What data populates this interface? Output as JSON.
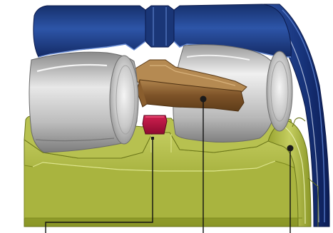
{
  "figure": {
    "background": "#ffffff",
    "colors": {
      "outer_ring": "#1f3f86",
      "outer_ring_dark": "#0f2260",
      "outer_ring_light": "#3c63b5",
      "inner_ring": "#a2ad3a",
      "inner_ring_dark": "#7e8a1e",
      "inner_ring_light": "#c9d268",
      "roller": "#bdbdbd",
      "roller_dark": "#7a7a7a",
      "roller_light": "#efefef",
      "cage": "#7a5126",
      "cage_light": "#a77a45",
      "guide_ring": "#b0123e",
      "leader": "#111111",
      "marker": "#1a1a1a"
    },
    "parts": [
      {
        "id": "outer-ring",
        "icon": "outer-ring-shape"
      },
      {
        "id": "spherical-roller-left",
        "icon": "roller-shape"
      },
      {
        "id": "spherical-roller-right",
        "icon": "roller-shape"
      },
      {
        "id": "cage",
        "icon": "cage-shape"
      },
      {
        "id": "guide-ring",
        "icon": "guide-ring-shape"
      },
      {
        "id": "inner-ring",
        "icon": "inner-ring-shape"
      }
    ],
    "callouts": [
      {
        "id": "guide-ring",
        "marker": "square"
      },
      {
        "id": "cage",
        "marker": "dot"
      },
      {
        "id": "inner-ring",
        "marker": "dot"
      }
    ]
  }
}
